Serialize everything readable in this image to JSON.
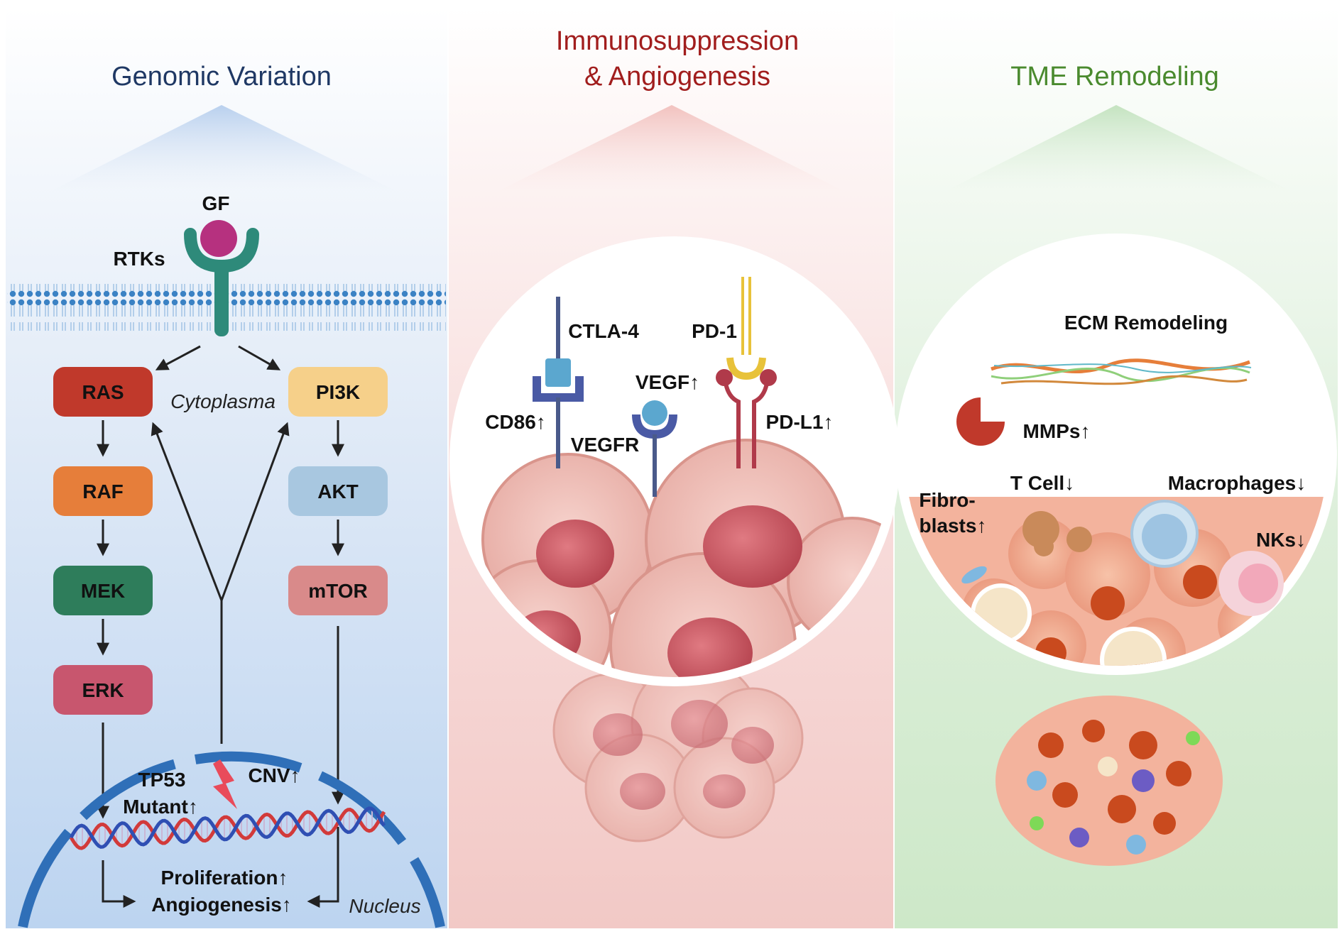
{
  "panels": {
    "genomic": {
      "title": "Genomic Variation",
      "title_color": "#1f3864",
      "labels": {
        "gf": "GF",
        "rtks": "RTKs",
        "cytoplasma": "Cytoplasma",
        "nucleus": "Nucleus",
        "tp53_line1": "TP53",
        "tp53_line2": "Mutant↑",
        "cnv": "CNV↑",
        "proliferation": "Proliferation↑",
        "angiogenesis": "Angiogenesis↑"
      },
      "mapk_pathway": [
        {
          "label": "RAS",
          "color": "#c0392b"
        },
        {
          "label": "RAF",
          "color": "#e67e3a"
        },
        {
          "label": "MEK",
          "color": "#2e7d5b"
        },
        {
          "label": "ERK",
          "color": "#c8566e"
        }
      ],
      "pi3k_pathway": [
        {
          "label": "PI3K",
          "color": "#f6d08a"
        },
        {
          "label": "AKT",
          "color": "#a8c7e0"
        },
        {
          "label": "mTOR",
          "color": "#d98a8a"
        }
      ]
    },
    "immuno": {
      "title_line1": "Immunosuppression",
      "title_line2": "& Angiogenesis",
      "title_color": "#a11d1d",
      "labels": {
        "ctla4": "CTLA-4",
        "pd1": "PD-1",
        "vegf": "VEGF↑",
        "cd86": "CD86↑",
        "vegfr": "VEGFR",
        "pdl1": "PD-L1↑"
      }
    },
    "tme": {
      "title": "TME Remodeling",
      "title_color": "#4a8a2e",
      "labels": {
        "ecm": "ECM Remodeling",
        "mmps": "MMPs↑",
        "tcell": "T Cell↓",
        "macrophages": "Macrophages↓",
        "fibro_line1": "Fibro-",
        "fibro_line2": "blasts↑",
        "nks": "NKs↓"
      }
    }
  }
}
